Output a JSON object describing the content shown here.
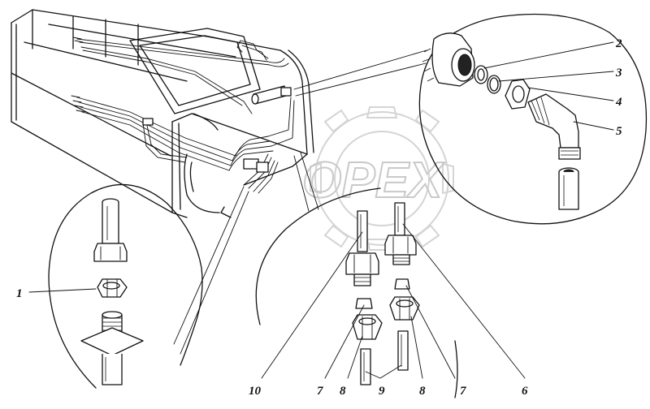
{
  "watermark": {
    "text": "ОРЕХ"
  },
  "callouts": [
    {
      "id": "1",
      "label": "1"
    },
    {
      "id": "2",
      "label": "2"
    },
    {
      "id": "3",
      "label": "3"
    },
    {
      "id": "4",
      "label": "4"
    },
    {
      "id": "5",
      "label": "5"
    },
    {
      "id": "10",
      "label": "10"
    },
    {
      "id": "7a",
      "label": "7"
    },
    {
      "id": "8a",
      "label": "8"
    },
    {
      "id": "9",
      "label": "9"
    },
    {
      "id": "8b",
      "label": "8"
    },
    {
      "id": "7b",
      "label": "7"
    },
    {
      "id": "6",
      "label": "6"
    }
  ]
}
